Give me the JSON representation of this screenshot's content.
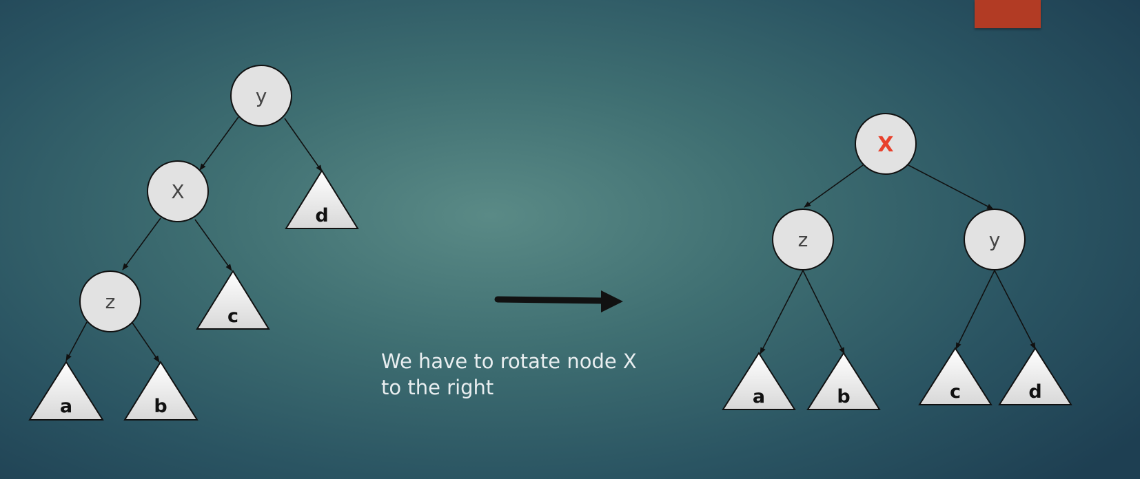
{
  "slide": {
    "accent_color": "#b23b24",
    "caption_lines": [
      "We have to rotate node X",
      "to the right"
    ],
    "highlight_color": "#e8412c",
    "node_fill": "#e2e2e2",
    "subtree_fill": "#ffffff"
  },
  "before_tree": {
    "nodes": {
      "root": "y",
      "middle": "X",
      "bottom": "z"
    },
    "subtrees": {
      "a": "a",
      "b": "b",
      "c": "c",
      "d": "d"
    }
  },
  "after_tree": {
    "nodes": {
      "root": "X",
      "left": "z",
      "right": "y"
    },
    "subtrees": {
      "a": "a",
      "b": "b",
      "c": "c",
      "d": "d"
    }
  }
}
